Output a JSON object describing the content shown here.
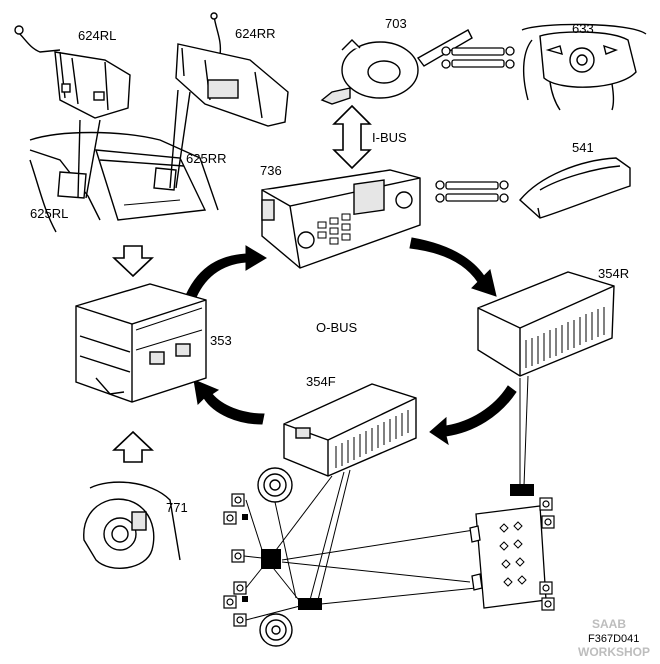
{
  "diagram": {
    "labels": {
      "c624RL": "624RL",
      "c624RR": "624RR",
      "c625RR": "625RR",
      "c625RL": "625RL",
      "c703": "703",
      "c633": "633",
      "c736": "736",
      "c541": "541",
      "c354R": "354R",
      "c353": "353",
      "c354F": "354F",
      "c771": "771"
    },
    "bus_labels": {
      "ibus": "I-BUS",
      "obus": "O-BUS"
    },
    "figure_ref": "F367D041",
    "watermark": {
      "line1": "SAAB",
      "line2": "WORKSHOP"
    },
    "colors": {
      "line": "#000000",
      "fill": "#ffffff",
      "shade": "#e6e6e6",
      "watermark": "#bdbdbd"
    }
  }
}
